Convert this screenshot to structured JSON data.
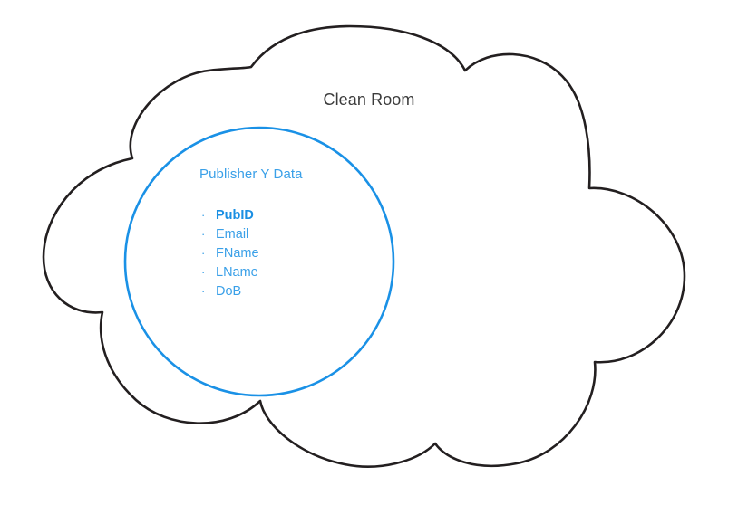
{
  "diagram": {
    "type": "venn-containment",
    "cloud": {
      "label": "Clean Room",
      "stroke_color": "#231f20"
    },
    "dataset": {
      "heading": "Publisher Y Data",
      "stroke_color": "#1a91e6",
      "text_color": "#3aa0e8",
      "fields": [
        {
          "name": "PubID",
          "is_key": true
        },
        {
          "name": "Email",
          "is_key": false
        },
        {
          "name": "FName",
          "is_key": false
        },
        {
          "name": "LName",
          "is_key": false
        },
        {
          "name": "DoB",
          "is_key": false
        }
      ],
      "bullet_glyph": "·"
    }
  }
}
